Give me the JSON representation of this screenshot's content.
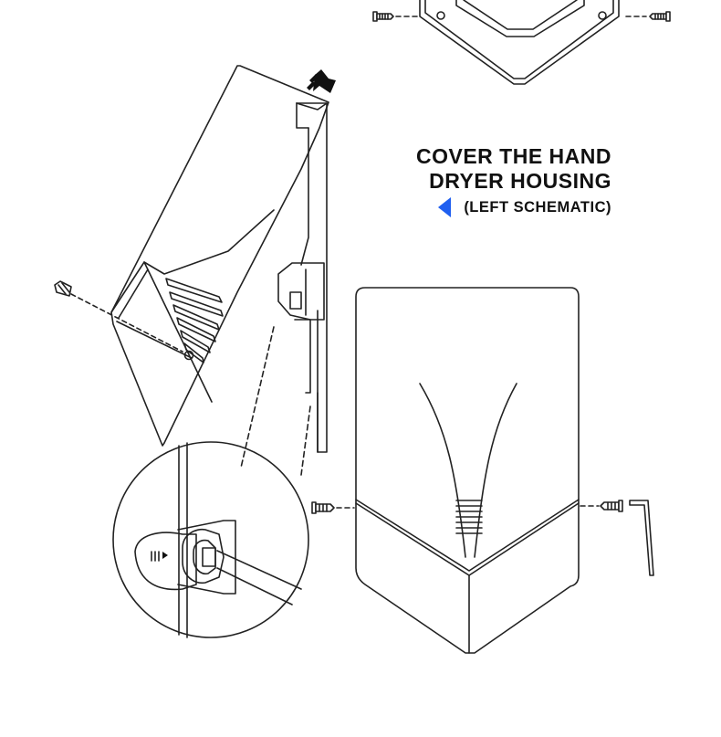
{
  "caption": {
    "line1": "COVER THE HAND",
    "line2": "DRYER HOUSING",
    "sub": "(LEFT SCHEMATIC)",
    "arrow_color": "#1f5ff0",
    "arrow_icon": "left-triangle-icon"
  },
  "colors": {
    "line": "#222222",
    "background": "#ffffff"
  }
}
